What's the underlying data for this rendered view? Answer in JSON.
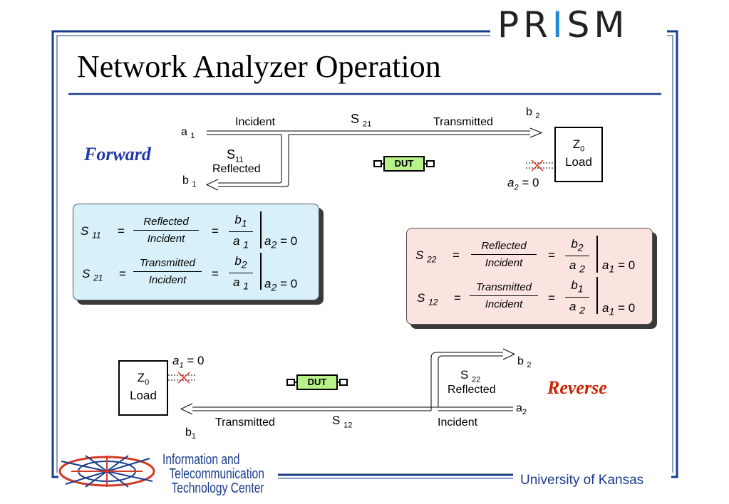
{
  "logo": {
    "prefix": "PR",
    "i": "I",
    "suffix": "SM"
  },
  "title": "Network Analyzer Operation",
  "forward": {
    "label": "Forward",
    "a1": "a",
    "a1_sub": "1",
    "b1": "b",
    "b1_sub": "1",
    "incident": "Incident",
    "s21": "S",
    "s21_sub": "21",
    "transmitted": "Transmitted",
    "b2": "b",
    "b2_sub": "2",
    "s11": "S",
    "s11_sub": "11",
    "reflected": "Reflected",
    "a2_cond": "a",
    "a2_cond_sub": "2",
    "a2_cond_tail": " = 0",
    "load_z": "Z",
    "load_z_sub": "0",
    "load_label": "Load"
  },
  "dut_label": "DUT",
  "forward_eq": {
    "rows": [
      {
        "s": "S",
        "s_sub": "11",
        "num": "Reflected",
        "den": "Incident",
        "bnum": "b",
        "bnum_sub": "1",
        "aden": "a",
        "aden_sub": "1",
        "cond": "a",
        "cond_sub": "2",
        "cond_tail": " = 0"
      },
      {
        "s": "S",
        "s_sub": "21",
        "num": "Transmitted",
        "den": "Incident",
        "bnum": "b",
        "bnum_sub": "2",
        "aden": "a",
        "aden_sub": "1",
        "cond": "a",
        "cond_sub": "2",
        "cond_tail": " = 0"
      }
    ],
    "eq": "="
  },
  "reverse_eq": {
    "rows": [
      {
        "s": "S",
        "s_sub": "22",
        "num": "Reflected",
        "den": "Incident",
        "bnum": "b",
        "bnum_sub": "2",
        "aden": "a",
        "aden_sub": "2",
        "cond": "a",
        "cond_sub": "1",
        "cond_tail": " = 0"
      },
      {
        "s": "S",
        "s_sub": "12",
        "num": "Transmitted",
        "den": "Incident",
        "bnum": "b",
        "bnum_sub": "1",
        "aden": "a",
        "aden_sub": "2",
        "cond": "a",
        "cond_sub": "1",
        "cond_tail": " = 0"
      }
    ],
    "eq": "="
  },
  "reverse": {
    "label": "Reverse",
    "a1_cond": "a",
    "a1_cond_sub": "1",
    "a1_cond_tail": " = 0",
    "load_z": "Z",
    "load_z_sub": "0",
    "load_label": "Load",
    "b2": "b",
    "b2_sub": "2",
    "s22": "S",
    "s22_sub": "22",
    "reflected": "Reflected",
    "a2": "a",
    "a2_sub": "2",
    "transmitted": "Transmitted",
    "s12": "S",
    "s12_sub": "12",
    "incident": "Incident",
    "b1": "b",
    "b1_sub": "1"
  },
  "footer": {
    "itc_line1": "Information and",
    "itc_line2": "Telecommunication",
    "itc_line3": "Technology Center",
    "university": "University of Kansas"
  },
  "colors": {
    "frame": "#1a3c8c",
    "forward_box": "#d8f0fa",
    "reverse_box": "#fbe3e0",
    "dut": "#b8f08a",
    "reverse_label": "#cc2200",
    "forward_label": "#1f3aa8",
    "logo_i": "#1e88d9"
  }
}
